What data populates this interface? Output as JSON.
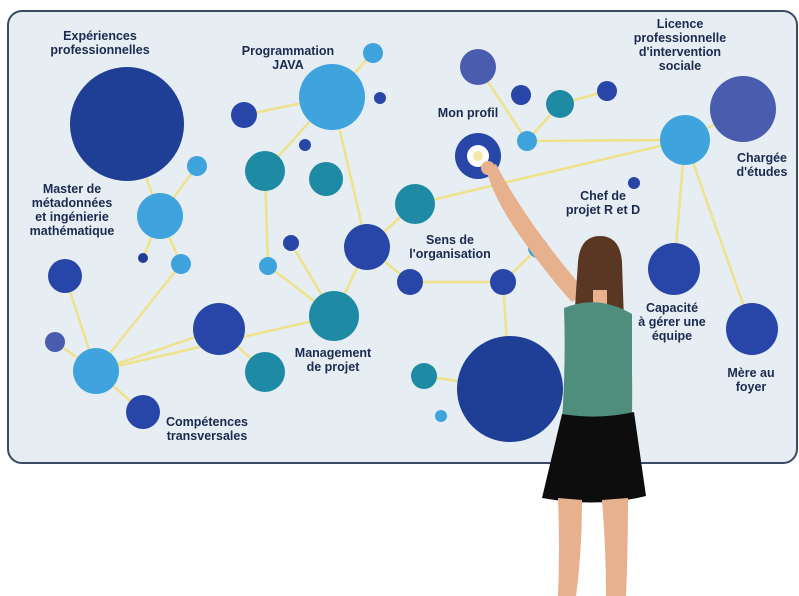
{
  "colors": {
    "board_fill": "#e6edf3",
    "board_stroke": "#3b4a63",
    "link": "#efe28a",
    "navy": "#1f3f97",
    "royal": "#2846a7",
    "indigo": "#4a5cae",
    "sky": "#3fa4de",
    "teal": "#1f8aa3",
    "skin": "#e7b18e",
    "hair": "#5a3722",
    "shirt": "#4f8e7d",
    "skirt": "#0d0d0d"
  },
  "labels": {
    "experiences": [
      "Expériences",
      "professionnelles"
    ],
    "programmation": [
      "Programmation",
      "JAVA"
    ],
    "licence": [
      "Licence",
      "professionnelle",
      "d'intervention",
      "sociale"
    ],
    "mon_profil": [
      "Mon profil"
    ],
    "chargee": [
      "Chargée",
      "d'études"
    ],
    "master": [
      "Master de",
      "métadonnées",
      "et ingénierie",
      "mathématique"
    ],
    "chef": [
      "Chef de",
      "projet R et D"
    ],
    "sens": [
      "Sens de",
      "l'organisation"
    ],
    "capacite": [
      "Capacité",
      "à gérer une",
      "équipe"
    ],
    "management": [
      "Management",
      "de projet"
    ],
    "mere": [
      "Mère au",
      "foyer"
    ],
    "competences": [
      "Compétences",
      "transversales"
    ]
  }
}
